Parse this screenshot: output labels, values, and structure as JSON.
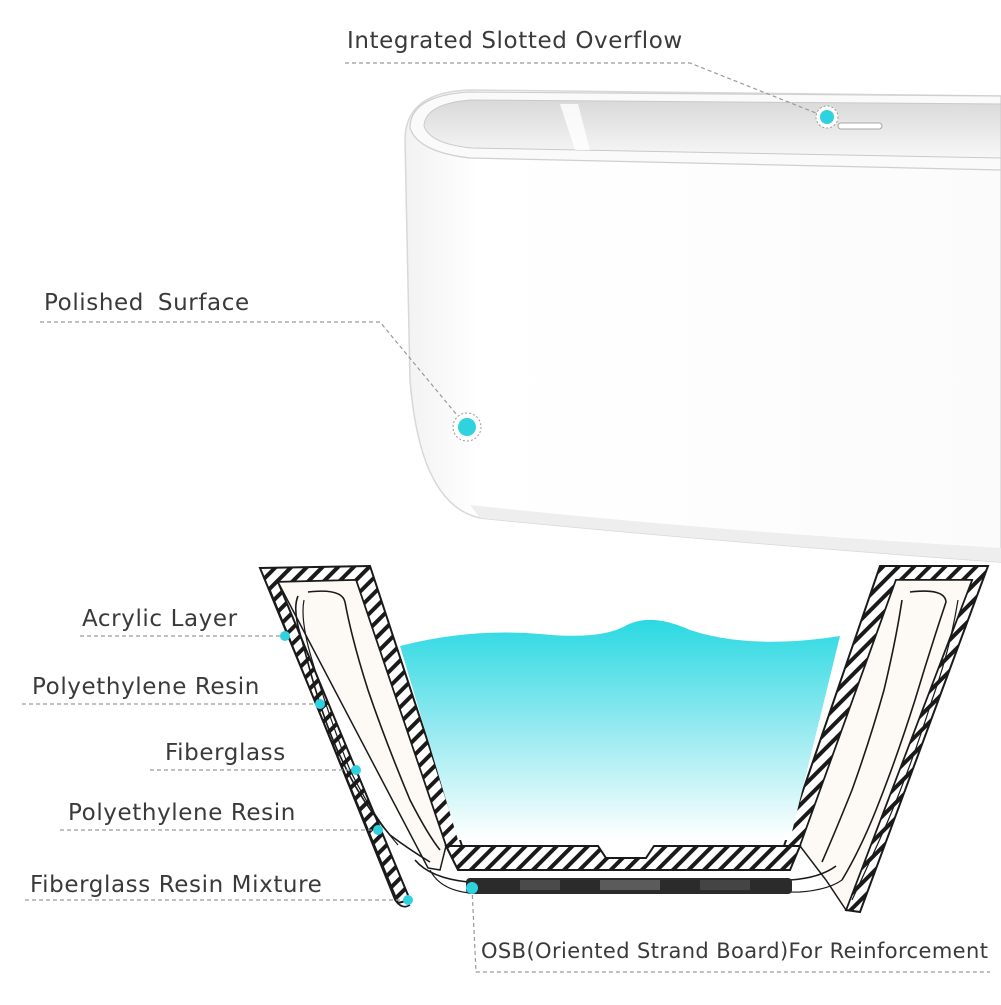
{
  "labels": {
    "overflow": "Integrated Slotted Overflow",
    "polished": "Polished  Surface",
    "acrylic": "Acrylic Layer",
    "pe_resin_1": "Polyethylene Resin",
    "fiberglass": "Fiberglass",
    "pe_resin_2": "Polyethylene Resin",
    "mixture": "Fiberglass Resin Mixture",
    "osb": "OSB(Oriented Strand Board)For Reinforcement"
  },
  "colors": {
    "marker": "#2fd3e0",
    "water_top": "#2ad9e2",
    "water_bottom": "#ffffff",
    "leader_line": "#9a9a9a",
    "outline": "#1a1a1a",
    "label_text": "#3a3a3a"
  }
}
